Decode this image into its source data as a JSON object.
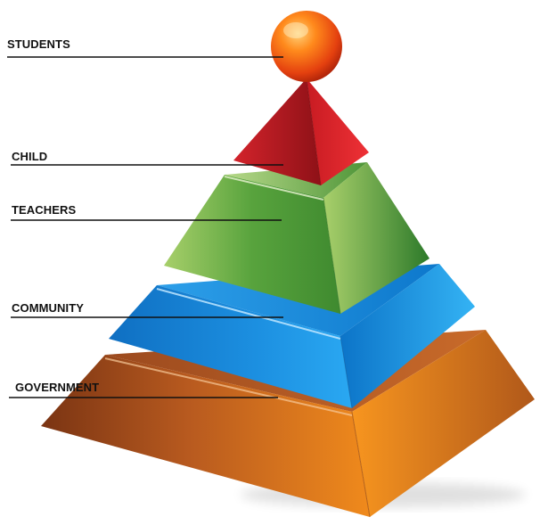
{
  "diagram": {
    "layers": [
      {
        "key": "students",
        "label": "STUDENTS"
      },
      {
        "key": "child",
        "label": "CHILD"
      },
      {
        "key": "teachers",
        "label": "TEACHERS"
      },
      {
        "key": "community",
        "label": "COMMUNITY"
      },
      {
        "key": "government",
        "label": "GOVERNMENT"
      }
    ],
    "colors": {
      "students": "#f2561d",
      "child": "#d3202b",
      "teachers": "#5fa33a",
      "community": "#1a8fe0",
      "government": "#d2691e"
    }
  }
}
